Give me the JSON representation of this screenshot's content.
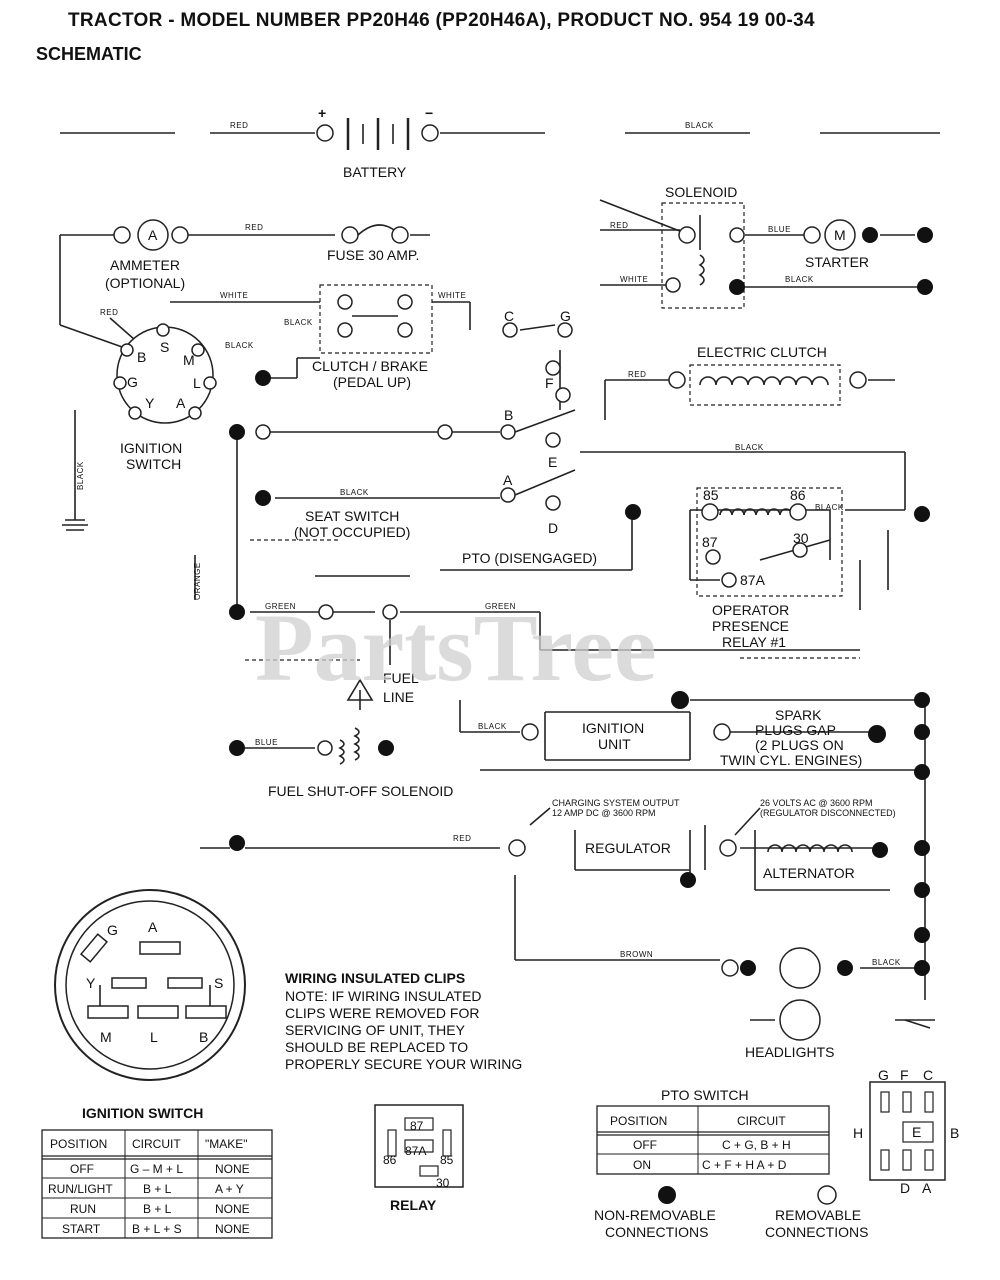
{
  "header": {
    "title": "TRACTOR - MODEL NUMBER PP20H46 (PP20H46A), PRODUCT NO. 954 19 00-34",
    "subtitle": "SCHEMATIC"
  },
  "components": {
    "battery": "BATTERY",
    "battery_plus": "+",
    "battery_minus": "−",
    "solenoid": "SOLENOID",
    "ammeter_symbol": "A",
    "ammeter": "AMMETER",
    "ammeter_note": "(OPTIONAL)",
    "fuse": "FUSE 30 AMP.",
    "starter_symbol": "M",
    "starter": "STARTER",
    "clutch_brake": "CLUTCH / BRAKE",
    "clutch_brake_state": "(PEDAL UP)",
    "electric_clutch": "ELECTRIC CLUTCH",
    "ignition_switch": "IGNITION",
    "ignition_switch_2": "SWITCH",
    "seat_switch": "SEAT SWITCH",
    "seat_switch_state": "(NOT OCCUPIED)",
    "pto": "PTO (DISENGAGED)",
    "operator_relay_1": "OPERATOR",
    "operator_relay_2": "PRESENCE",
    "operator_relay_3": "RELAY #1",
    "fuel": "FUEL",
    "fuel_line": "LINE",
    "ignition_unit_1": "IGNITION",
    "ignition_unit_2": "UNIT",
    "spark_1": "SPARK",
    "spark_2": "PLUGS GAP",
    "spark_3": "(2 PLUGS ON",
    "spark_4": "TWIN CYL. ENGINES)",
    "fuel_solenoid": "FUEL SHUT-OFF SOLENOID",
    "charging_note_1": "CHARGING SYSTEM OUTPUT",
    "charging_note_2": "12 AMP DC @ 3600 RPM",
    "ac_note_1": "26 VOLTS AC @ 3600 RPM",
    "ac_note_2": "(REGULATOR DISCONNECTED)",
    "regulator": "REGULATOR",
    "alternator": "ALTERNATOR",
    "headlights": "HEADLIGHTS"
  },
  "wires": {
    "red": "RED",
    "black": "BLACK",
    "white": "WHITE",
    "blue": "BLUE",
    "green": "GREEN",
    "orange": "ORANGE",
    "brown": "BROWN"
  },
  "terminals": {
    "ign_b": "B",
    "ign_s": "S",
    "ign_m": "M",
    "ign_g": "G",
    "ign_l": "L",
    "ign_y": "Y",
    "ign_a": "A",
    "pto_c": "C",
    "pto_g": "G",
    "pto_f": "F",
    "pto_b": "B",
    "pto_e": "E",
    "pto_a": "A",
    "pto_d": "D",
    "relay_85": "85",
    "relay_86": "86",
    "relay_87": "87",
    "relay_30": "30",
    "relay_87a": "87A",
    "h": "H"
  },
  "ignition_detail": {
    "g": "G",
    "a": "A",
    "y": "Y",
    "s": "S",
    "m": "M",
    "l": "L",
    "b": "B"
  },
  "notes": {
    "title": "WIRING INSULATED CLIPS",
    "lines": [
      "NOTE: IF WIRING INSULATED",
      "CLIPS WERE REMOVED FOR",
      "SERVICING OF UNIT, THEY",
      "SHOULD BE REPLACED TO",
      "PROPERLY SECURE YOUR WIRING"
    ]
  },
  "ignition_table": {
    "title": "IGNITION SWITCH",
    "headers": [
      "POSITION",
      "CIRCUIT",
      "\"MAKE\""
    ],
    "rows": [
      [
        "OFF",
        "G – M + L",
        "NONE"
      ],
      [
        "RUN/LIGHT",
        "B + L",
        "A + Y"
      ],
      [
        "RUN",
        "B + L",
        "NONE"
      ],
      [
        "START",
        "B + L + S",
        "NONE"
      ]
    ]
  },
  "relay_legend": {
    "title": "RELAY",
    "p87": "87",
    "p87a": "87A",
    "p86": "86",
    "p85": "85",
    "p30": "30"
  },
  "pto_table": {
    "title": "PTO SWITCH",
    "headers": [
      "POSITION",
      "CIRCUIT"
    ],
    "rows": [
      [
        "OFF",
        "C + G, B + H"
      ],
      [
        "ON",
        "C + F + H  A + D"
      ]
    ]
  },
  "pto_detail": {
    "g": "G",
    "f": "F",
    "c": "C",
    "h": "H",
    "e": "E",
    "b": "B",
    "d": "D",
    "a": "A"
  },
  "legend": {
    "nonremovable_1": "NON-REMOVABLE",
    "nonremovable_2": "CONNECTIONS",
    "removable_1": "REMOVABLE",
    "removable_2": "CONNECTIONS"
  },
  "watermark": "PartsTree"
}
